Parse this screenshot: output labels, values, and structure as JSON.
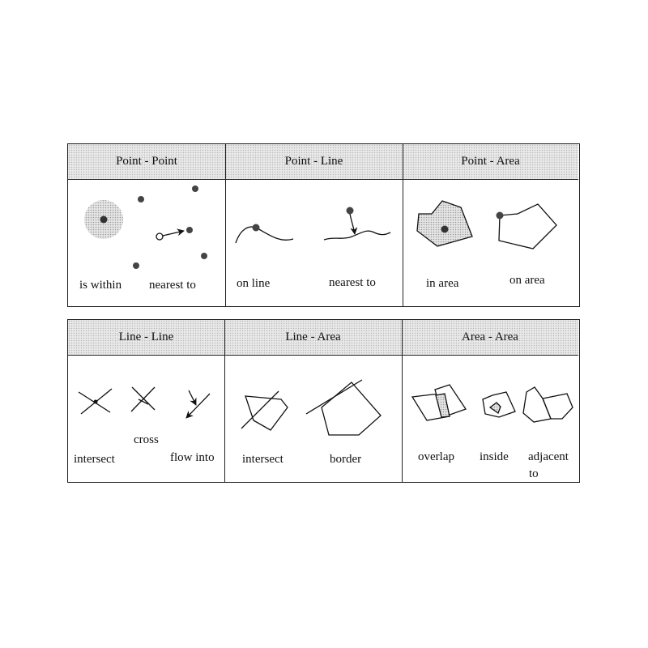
{
  "top_row": {
    "headers": [
      "Point - Point",
      "Point - Line",
      "Point - Area"
    ],
    "labels": {
      "is_within": "is within",
      "nearest_to_pp": "nearest to",
      "on_line": "on line",
      "nearest_to_pl": "nearest to",
      "in_area": "in area",
      "on_area": "on area"
    }
  },
  "bottom_row": {
    "headers": [
      "Line - Line",
      "Line - Area",
      "Area - Area"
    ],
    "labels": {
      "intersect_ll": "intersect",
      "cross": "cross",
      "flow_into": "flow into",
      "intersect_la": "intersect",
      "border": "border",
      "overlap": "overlap",
      "inside": "inside",
      "adjacent_line1": "adjacent",
      "adjacent_line2": "to"
    }
  }
}
